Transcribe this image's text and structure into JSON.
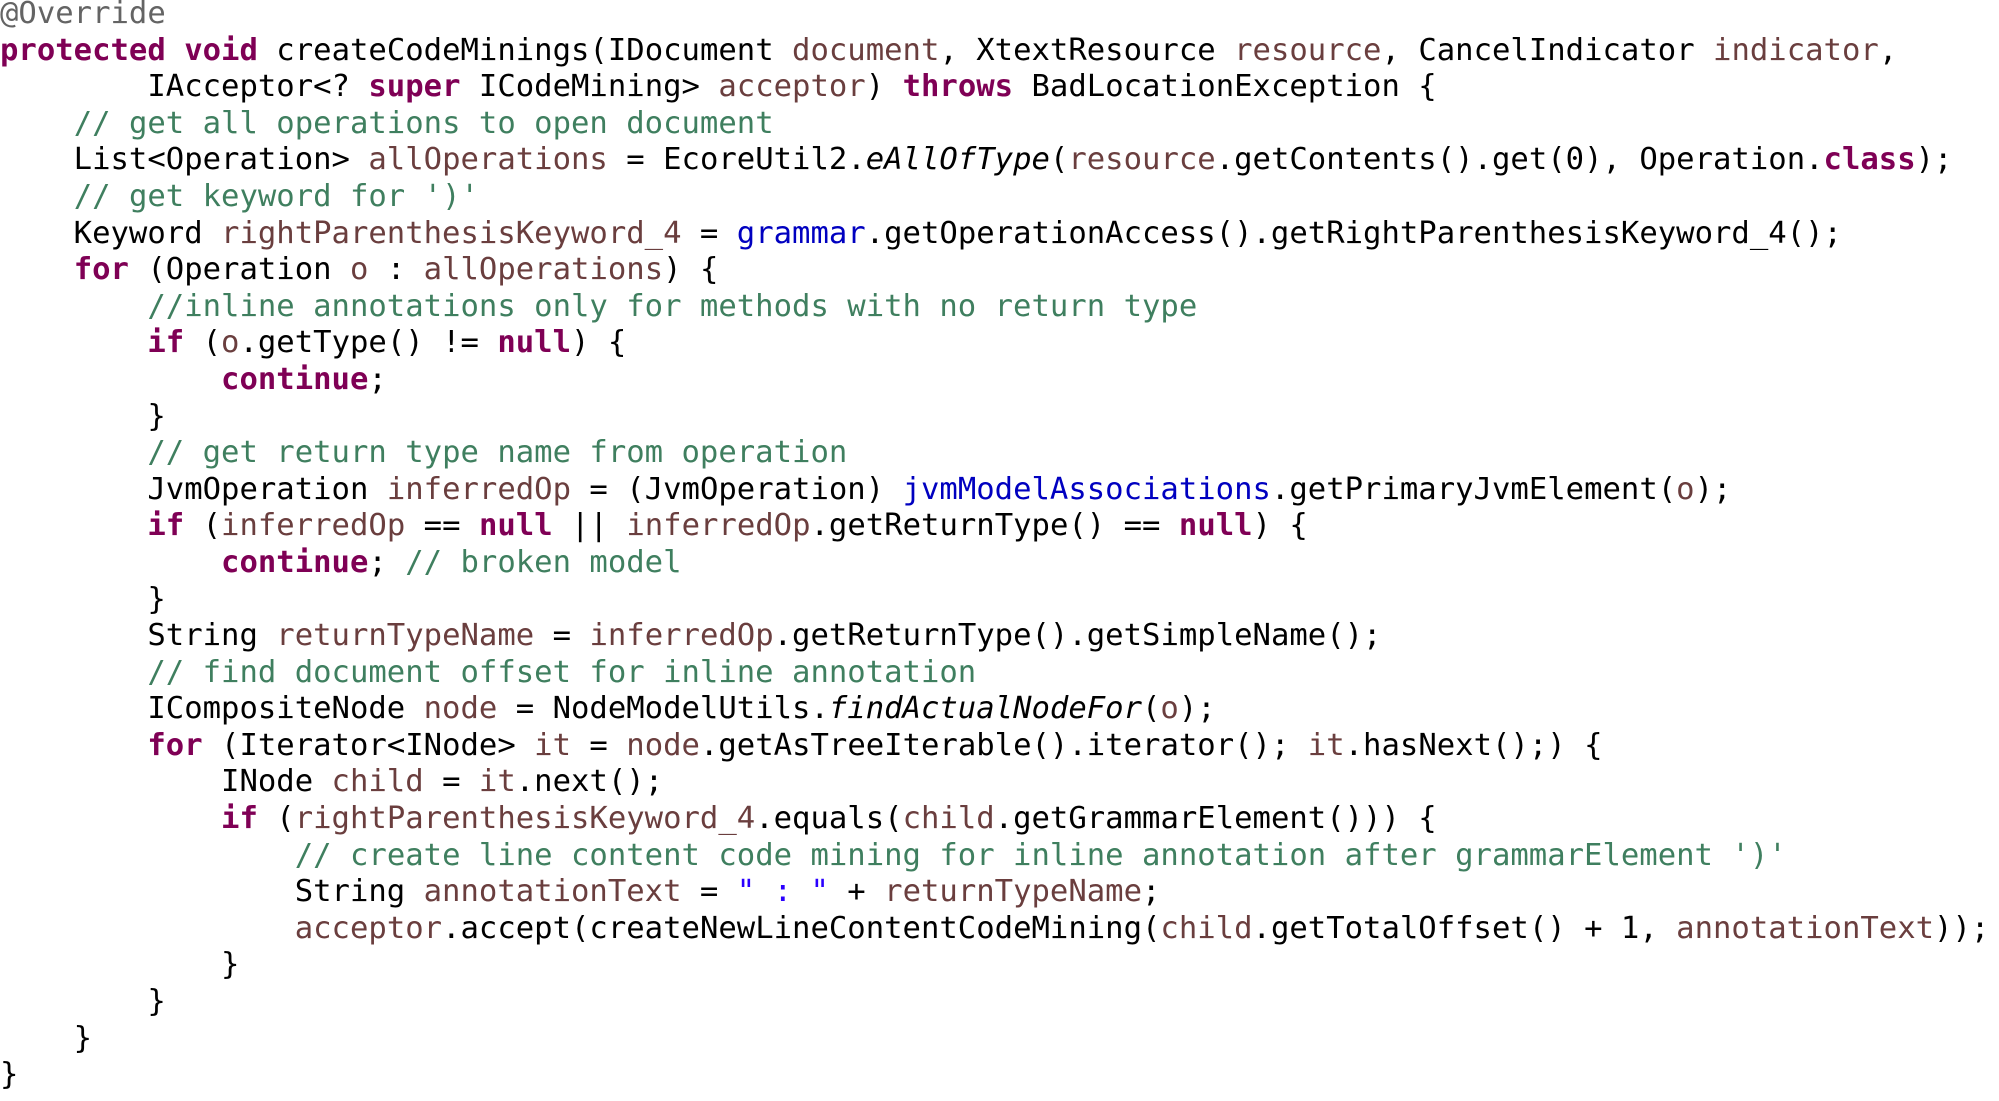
{
  "colors": {
    "keyword": "#7f0055",
    "comment": "#3f7f5f",
    "local_variable": "#6a3e3e",
    "field": "#0000c0",
    "string": "#2a00ff",
    "annotation": "#646464",
    "background": "#ffffff"
  },
  "code": {
    "lines": [
      [
        [
          "a",
          "@Override"
        ]
      ],
      [
        [
          "k",
          "protected"
        ],
        [
          "p",
          " "
        ],
        [
          "k",
          "void"
        ],
        [
          "p",
          " createCodeMinings(IDocument "
        ],
        [
          "v",
          "document"
        ],
        [
          "p",
          ", XtextResource "
        ],
        [
          "v",
          "resource"
        ],
        [
          "p",
          ", CancelIndicator "
        ],
        [
          "v",
          "indicator"
        ],
        [
          "p",
          ","
        ]
      ],
      [
        [
          "p",
          "        IAcceptor<? "
        ],
        [
          "k",
          "super"
        ],
        [
          "p",
          " ICodeMining> "
        ],
        [
          "v",
          "acceptor"
        ],
        [
          "p",
          ") "
        ],
        [
          "k",
          "throws"
        ],
        [
          "p",
          " BadLocationException {"
        ]
      ],
      [
        [
          "p",
          "    "
        ],
        [
          "c",
          "// get all operations to open document"
        ]
      ],
      [
        [
          "p",
          "    List<Operation> "
        ],
        [
          "v",
          "allOperations"
        ],
        [
          "p",
          " = EcoreUtil2."
        ],
        [
          "i",
          "eAllOfType"
        ],
        [
          "p",
          "("
        ],
        [
          "v",
          "resource"
        ],
        [
          "p",
          ".getContents().get(0), Operation."
        ],
        [
          "k",
          "class"
        ],
        [
          "p",
          ");"
        ]
      ],
      [
        [
          "p",
          "    "
        ],
        [
          "c",
          "// get keyword for ')'"
        ]
      ],
      [
        [
          "p",
          "    Keyword "
        ],
        [
          "v",
          "rightParenthesisKeyword_4"
        ],
        [
          "p",
          " = "
        ],
        [
          "f",
          "grammar"
        ],
        [
          "p",
          ".getOperationAccess().getRightParenthesisKeyword_4();"
        ]
      ],
      [
        [
          "p",
          "    "
        ],
        [
          "k",
          "for"
        ],
        [
          "p",
          " (Operation "
        ],
        [
          "v",
          "o"
        ],
        [
          "p",
          " : "
        ],
        [
          "v",
          "allOperations"
        ],
        [
          "p",
          ") {"
        ]
      ],
      [
        [
          "p",
          "        "
        ],
        [
          "c",
          "//inline annotations only for methods with no return type"
        ]
      ],
      [
        [
          "p",
          "        "
        ],
        [
          "k",
          "if"
        ],
        [
          "p",
          " ("
        ],
        [
          "v",
          "o"
        ],
        [
          "p",
          ".getType() != "
        ],
        [
          "k",
          "null"
        ],
        [
          "p",
          ") {"
        ]
      ],
      [
        [
          "p",
          "            "
        ],
        [
          "k",
          "continue"
        ],
        [
          "p",
          ";"
        ]
      ],
      [
        [
          "p",
          "        }"
        ]
      ],
      [
        [
          "p",
          "        "
        ],
        [
          "c",
          "// get return type name from operation"
        ]
      ],
      [
        [
          "p",
          "        JvmOperation "
        ],
        [
          "v",
          "inferredOp"
        ],
        [
          "p",
          " = (JvmOperation) "
        ],
        [
          "f",
          "jvmModelAssociations"
        ],
        [
          "p",
          ".getPrimaryJvmElement("
        ],
        [
          "v",
          "o"
        ],
        [
          "p",
          ");"
        ]
      ],
      [
        [
          "p",
          "        "
        ],
        [
          "k",
          "if"
        ],
        [
          "p",
          " ("
        ],
        [
          "v",
          "inferredOp"
        ],
        [
          "p",
          " == "
        ],
        [
          "k",
          "null"
        ],
        [
          "p",
          " || "
        ],
        [
          "v",
          "inferredOp"
        ],
        [
          "p",
          ".getReturnType() == "
        ],
        [
          "k",
          "null"
        ],
        [
          "p",
          ") {"
        ]
      ],
      [
        [
          "p",
          "            "
        ],
        [
          "k",
          "continue"
        ],
        [
          "p",
          "; "
        ],
        [
          "c",
          "// broken model"
        ]
      ],
      [
        [
          "p",
          "        }"
        ]
      ],
      [
        [
          "p",
          "        String "
        ],
        [
          "v",
          "returnTypeName"
        ],
        [
          "p",
          " = "
        ],
        [
          "v",
          "inferredOp"
        ],
        [
          "p",
          ".getReturnType().getSimpleName();"
        ]
      ],
      [
        [
          "p",
          "        "
        ],
        [
          "c",
          "// find document offset for inline annotation"
        ]
      ],
      [
        [
          "p",
          "        ICompositeNode "
        ],
        [
          "v",
          "node"
        ],
        [
          "p",
          " = NodeModelUtils."
        ],
        [
          "i",
          "findActualNodeFor"
        ],
        [
          "p",
          "("
        ],
        [
          "v",
          "o"
        ],
        [
          "p",
          ");"
        ]
      ],
      [
        [
          "p",
          "        "
        ],
        [
          "k",
          "for"
        ],
        [
          "p",
          " (Iterator<INode> "
        ],
        [
          "v",
          "it"
        ],
        [
          "p",
          " = "
        ],
        [
          "v",
          "node"
        ],
        [
          "p",
          ".getAsTreeIterable().iterator(); "
        ],
        [
          "v",
          "it"
        ],
        [
          "p",
          ".hasNext();) {"
        ]
      ],
      [
        [
          "p",
          "            INode "
        ],
        [
          "v",
          "child"
        ],
        [
          "p",
          " = "
        ],
        [
          "v",
          "it"
        ],
        [
          "p",
          ".next();"
        ]
      ],
      [
        [
          "p",
          "            "
        ],
        [
          "k",
          "if"
        ],
        [
          "p",
          " ("
        ],
        [
          "v",
          "rightParenthesisKeyword_4"
        ],
        [
          "p",
          ".equals("
        ],
        [
          "v",
          "child"
        ],
        [
          "p",
          ".getGrammarElement())) {"
        ]
      ],
      [
        [
          "p",
          "                "
        ],
        [
          "c",
          "// create line content code mining for inline annotation after grammarElement ')'"
        ]
      ],
      [
        [
          "p",
          "                String "
        ],
        [
          "v",
          "annotationText"
        ],
        [
          "p",
          " = "
        ],
        [
          "s",
          "\" : \""
        ],
        [
          "p",
          " + "
        ],
        [
          "v",
          "returnTypeName"
        ],
        [
          "p",
          ";"
        ]
      ],
      [
        [
          "p",
          "                "
        ],
        [
          "v",
          "acceptor"
        ],
        [
          "p",
          ".accept(createNewLineContentCodeMining("
        ],
        [
          "v",
          "child"
        ],
        [
          "p",
          ".getTotalOffset() + 1, "
        ],
        [
          "v",
          "annotationText"
        ],
        [
          "p",
          "));"
        ]
      ],
      [
        [
          "p",
          "            }"
        ]
      ],
      [
        [
          "p",
          "        }"
        ]
      ],
      [
        [
          "p",
          "    }"
        ]
      ],
      [
        [
          "p",
          "}"
        ]
      ]
    ]
  }
}
